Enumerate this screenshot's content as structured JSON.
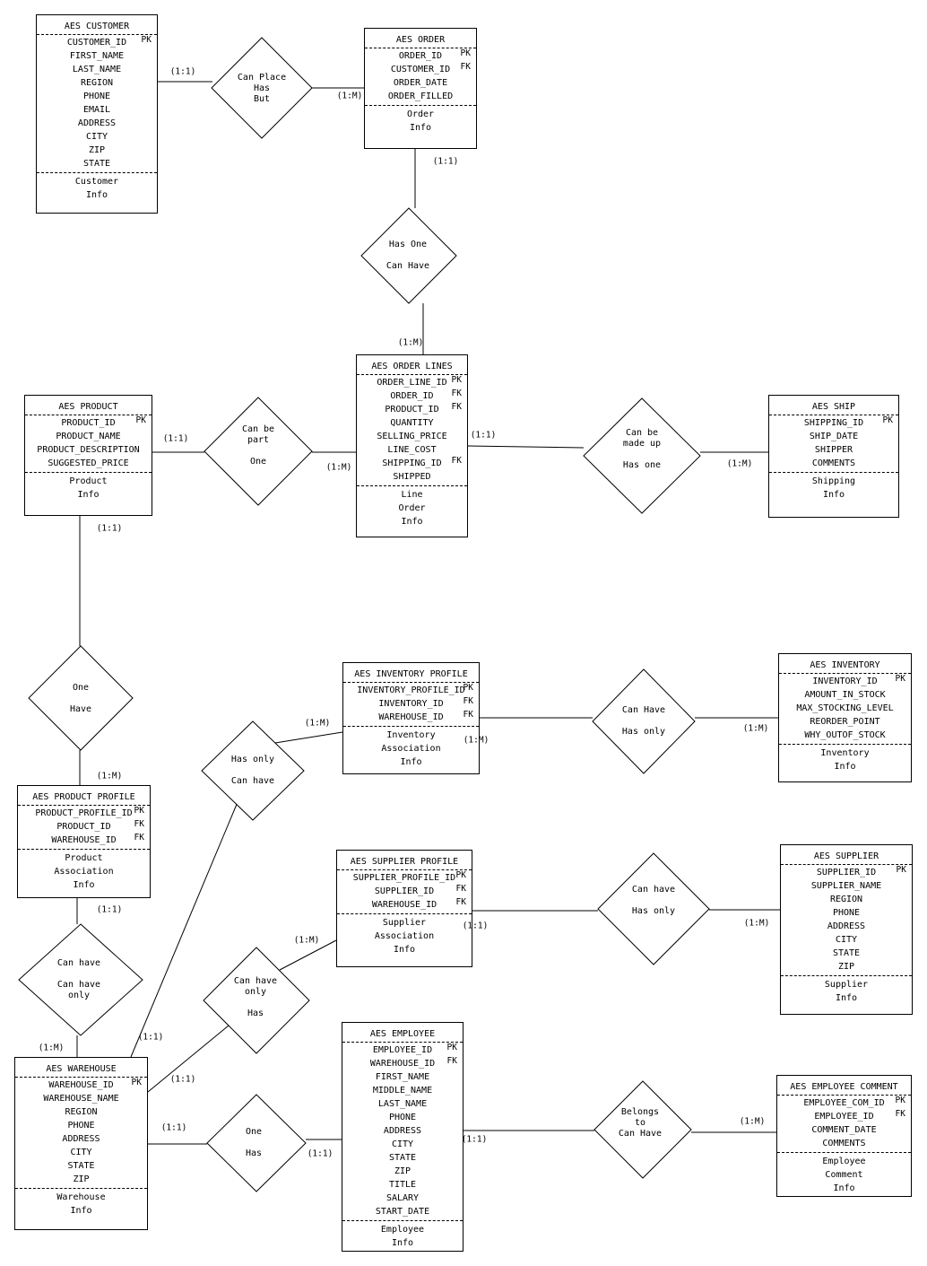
{
  "entities": [
    {
      "id": "customer",
      "title": "AES CUSTOMER",
      "fields": [
        {
          "name": "CUSTOMER_ID",
          "key": "PK"
        },
        {
          "name": "FIRST_NAME",
          "key": ""
        },
        {
          "name": "LAST_NAME",
          "key": ""
        },
        {
          "name": "REGION",
          "key": ""
        },
        {
          "name": "PHONE",
          "key": ""
        },
        {
          "name": "EMAIL",
          "key": ""
        },
        {
          "name": "ADDRESS",
          "key": ""
        },
        {
          "name": "CITY",
          "key": ""
        },
        {
          "name": "ZIP",
          "key": ""
        },
        {
          "name": "STATE",
          "key": ""
        }
      ],
      "notes": [
        "Customer",
        "Info"
      ]
    },
    {
      "id": "order",
      "title": "AES ORDER",
      "fields": [
        {
          "name": "ORDER_ID",
          "key": "PK"
        },
        {
          "name": "CUSTOMER_ID",
          "key": "FK"
        },
        {
          "name": "ORDER_DATE",
          "key": ""
        },
        {
          "name": "ORDER_FILLED",
          "key": ""
        }
      ],
      "notes": [
        "Order",
        "Info"
      ]
    },
    {
      "id": "order-lines",
      "title": "AES ORDER LINES",
      "fields": [
        {
          "name": "ORDER_LINE_ID",
          "key": "PK"
        },
        {
          "name": "ORDER_ID",
          "key": "FK"
        },
        {
          "name": "PRODUCT_ID",
          "key": "FK"
        },
        {
          "name": "QUANTITY",
          "key": ""
        },
        {
          "name": "SELLING_PRICE",
          "key": ""
        },
        {
          "name": "LINE_COST",
          "key": ""
        },
        {
          "name": "SHIPPING_ID",
          "key": "FK"
        },
        {
          "name": "SHIPPED",
          "key": ""
        }
      ],
      "notes": [
        "Line",
        "Order",
        "Info"
      ]
    },
    {
      "id": "product",
      "title": "AES PRODUCT",
      "fields": [
        {
          "name": "PRODUCT_ID",
          "key": "PK"
        },
        {
          "name": "PRODUCT_NAME",
          "key": ""
        },
        {
          "name": "PRODUCT_DESCRIPTION",
          "key": ""
        },
        {
          "name": "SUGGESTED_PRICE",
          "key": ""
        }
      ],
      "notes": [
        "Product",
        "Info"
      ]
    },
    {
      "id": "ship",
      "title": "AES SHIP",
      "fields": [
        {
          "name": "SHIPPING_ID",
          "key": "PK"
        },
        {
          "name": "SHIP_DATE",
          "key": ""
        },
        {
          "name": "SHIPPER",
          "key": ""
        },
        {
          "name": "COMMENTS",
          "key": ""
        }
      ],
      "notes": [
        "Shipping",
        "Info"
      ]
    },
    {
      "id": "inventory-profile",
      "title": "AES INVENTORY PROFILE",
      "fields": [
        {
          "name": "INVENTORY_PROFILE_ID",
          "key": "PK"
        },
        {
          "name": "INVENTORY_ID",
          "key": "FK"
        },
        {
          "name": "WAREHOUSE_ID",
          "key": "FK"
        }
      ],
      "notes": [
        "Inventory",
        "Association",
        "Info"
      ]
    },
    {
      "id": "inventory",
      "title": "AES INVENTORY",
      "fields": [
        {
          "name": "INVENTORY_ID",
          "key": "PK"
        },
        {
          "name": "AMOUNT_IN_STOCK",
          "key": ""
        },
        {
          "name": "MAX_STOCKING_LEVEL",
          "key": ""
        },
        {
          "name": "REORDER_POINT",
          "key": ""
        },
        {
          "name": "WHY_OUTOF_STOCK",
          "key": ""
        }
      ],
      "notes": [
        "Inventory",
        "Info"
      ]
    },
    {
      "id": "product-profile",
      "title": "AES PRODUCT PROFILE",
      "fields": [
        {
          "name": "PRODUCT_PROFILE_ID",
          "key": "PK"
        },
        {
          "name": "PRODUCT_ID",
          "key": "FK"
        },
        {
          "name": "WAREHOUSE_ID",
          "key": "FK"
        }
      ],
      "notes": [
        "Product",
        "Association",
        "Info"
      ]
    },
    {
      "id": "supplier-profile",
      "title": "AES SUPPLIER PROFILE",
      "fields": [
        {
          "name": "SUPPLIER_PROFILE_ID",
          "key": "PK"
        },
        {
          "name": "SUPPLIER_ID",
          "key": "FK"
        },
        {
          "name": "WAREHOUSE_ID",
          "key": "FK"
        }
      ],
      "notes": [
        "Supplier",
        "Association",
        "Info"
      ]
    },
    {
      "id": "supplier",
      "title": "AES SUPPLIER",
      "fields": [
        {
          "name": "SUPPLIER_ID",
          "key": "PK"
        },
        {
          "name": "SUPPLIER_NAME",
          "key": ""
        },
        {
          "name": "REGION",
          "key": ""
        },
        {
          "name": "PHONE",
          "key": ""
        },
        {
          "name": "ADDRESS",
          "key": ""
        },
        {
          "name": "CITY",
          "key": ""
        },
        {
          "name": "STATE",
          "key": ""
        },
        {
          "name": "ZIP",
          "key": ""
        }
      ],
      "notes": [
        "Supplier",
        "Info"
      ]
    },
    {
      "id": "warehouse",
      "title": "AES WAREHOUSE",
      "fields": [
        {
          "name": "WAREHOUSE_ID",
          "key": "PK"
        },
        {
          "name": "WAREHOUSE_NAME",
          "key": ""
        },
        {
          "name": "REGION",
          "key": ""
        },
        {
          "name": "PHONE",
          "key": ""
        },
        {
          "name": "ADDRESS",
          "key": ""
        },
        {
          "name": "CITY",
          "key": ""
        },
        {
          "name": "STATE",
          "key": ""
        },
        {
          "name": "ZIP",
          "key": ""
        }
      ],
      "notes": [
        "Warehouse",
        "Info"
      ]
    },
    {
      "id": "employee",
      "title": "AES EMPLOYEE",
      "fields": [
        {
          "name": "EMPLOYEE_ID",
          "key": "PK"
        },
        {
          "name": "WAREHOUSE_ID",
          "key": "FK"
        },
        {
          "name": "FIRST_NAME",
          "key": ""
        },
        {
          "name": "MIDDLE_NAME",
          "key": ""
        },
        {
          "name": "LAST_NAME",
          "key": ""
        },
        {
          "name": "PHONE",
          "key": ""
        },
        {
          "name": "ADDRESS",
          "key": ""
        },
        {
          "name": "CITY",
          "key": ""
        },
        {
          "name": "STATE",
          "key": ""
        },
        {
          "name": "ZIP",
          "key": ""
        },
        {
          "name": "TITLE",
          "key": ""
        },
        {
          "name": "SALARY",
          "key": ""
        },
        {
          "name": "START_DATE",
          "key": ""
        }
      ],
      "notes": [
        "Employee",
        "Info"
      ]
    },
    {
      "id": "employee-comment",
      "title": "AES EMPLOYEE COMMENT",
      "fields": [
        {
          "name": "EMPLOYEE_COM_ID",
          "key": "PK"
        },
        {
          "name": "EMPLOYEE_ID",
          "key": "FK"
        },
        {
          "name": "COMMENT_DATE",
          "key": ""
        },
        {
          "name": "COMMENTS",
          "key": ""
        }
      ],
      "notes": [
        "Employee",
        "Comment",
        "Info"
      ]
    }
  ],
  "relationships": [
    {
      "id": "customer-order",
      "lines": [
        "Can Place",
        "Has",
        "But"
      ]
    },
    {
      "id": "order-lines",
      "lines": [
        "Has One",
        "",
        "Can Have"
      ]
    },
    {
      "id": "product-lines",
      "lines": [
        "Can be",
        "part",
        "",
        "One"
      ]
    },
    {
      "id": "lines-ship",
      "lines": [
        "Can be",
        "made up",
        "",
        "Has one"
      ]
    },
    {
      "id": "product-profile",
      "lines": [
        "One",
        "",
        "Have"
      ]
    },
    {
      "id": "warehouse-invprofile",
      "lines": [
        "Has only",
        "",
        "Can have"
      ]
    },
    {
      "id": "invprofile-inventory",
      "lines": [
        "Can Have",
        "",
        "Has only"
      ]
    },
    {
      "id": "profile-warehouse",
      "lines": [
        "Can have",
        "",
        "Can have",
        "only"
      ]
    },
    {
      "id": "warehouse-supprofile",
      "lines": [
        "Can have",
        "only",
        "",
        "Has"
      ]
    },
    {
      "id": "supprofile-supplier",
      "lines": [
        "Can have",
        "",
        "Has only"
      ]
    },
    {
      "id": "warehouse-employee",
      "lines": [
        "One",
        "",
        "Has"
      ]
    },
    {
      "id": "employee-comment",
      "lines": [
        "Belongs",
        "to",
        "Can Have"
      ]
    }
  ],
  "cardinalities": [
    "(1:1)",
    "(1:M)",
    "(1:1)",
    "(1:M)",
    "(1:1)",
    "(1:M)",
    "(1:1)",
    "(1:M)",
    "(1:1)",
    "(1:M)",
    "(1:M)",
    "(1:M)",
    "(1:M)",
    "(1:1)",
    "(1:M)",
    "(1:1)",
    "(1:M)",
    "(1:1)",
    "(1:1)",
    "(1:M)",
    "(1:1)",
    "(1:1)",
    "(1:1)",
    "(1:M)",
    "(1:1)",
    "(1:M)"
  ]
}
